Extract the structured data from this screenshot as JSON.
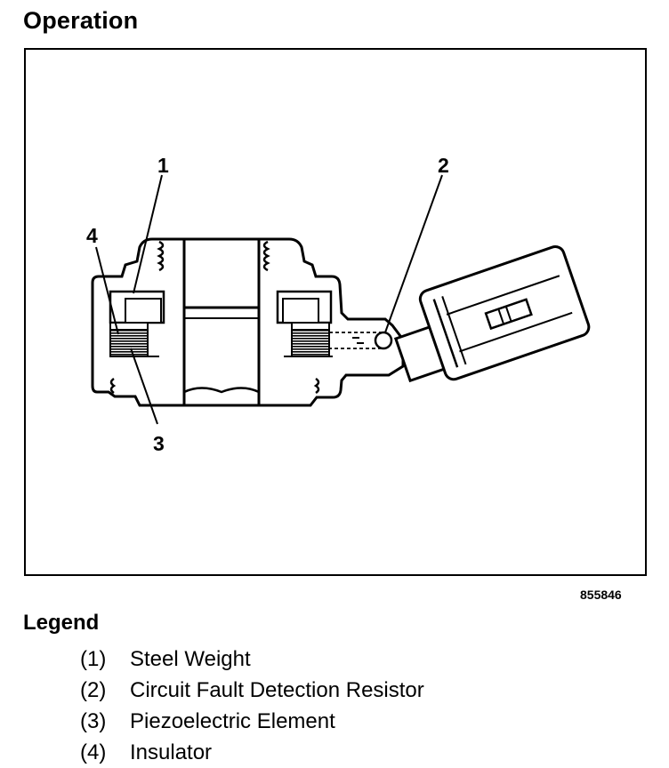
{
  "page": {
    "title": "Operation",
    "figure_id": "855846"
  },
  "diagram": {
    "callouts": [
      "1",
      "2",
      "3",
      "4"
    ]
  },
  "legend": {
    "title": "Legend",
    "items": [
      {
        "num": "(1)",
        "label": "Steel Weight"
      },
      {
        "num": "(2)",
        "label": "Circuit Fault Detection Resistor"
      },
      {
        "num": "(3)",
        "label": "Piezoelectric Element"
      },
      {
        "num": "(4)",
        "label": "Insulator"
      }
    ]
  }
}
